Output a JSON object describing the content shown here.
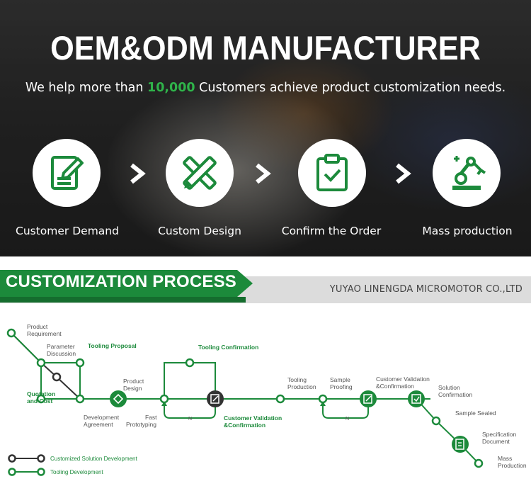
{
  "hero": {
    "title": "OEM&ODM MANUFACTURER",
    "subtitle_before": "We help more than ",
    "subtitle_highlight": "10,000",
    "subtitle_after": " Customers achieve product customization needs.",
    "steps": [
      {
        "label": "Customer Demand",
        "icon": "document-pen-icon"
      },
      {
        "label": "Custom Design",
        "icon": "pencil-ruler-icon"
      },
      {
        "label": "Confirm the Order",
        "icon": "clipboard-check-icon"
      },
      {
        "label": "Mass production",
        "icon": "robot-arm-icon"
      }
    ]
  },
  "banner": {
    "title": "CUSTOMIZATION PROCESS",
    "company": "YUYAO LINENGDA MICROMOTOR CO.,LTD"
  },
  "flow": {
    "product_requirement": [
      "Product",
      "Requirement"
    ],
    "parameter_discussion": [
      "Parameter",
      "Discussion"
    ],
    "tooling_proposal": "Tooling Proposal",
    "quotation_and_cost": [
      "Quotation",
      "and Cost"
    ],
    "development_agreement": [
      "Development",
      "Agreement"
    ],
    "product_design": [
      "Product",
      "Design"
    ],
    "fast_prototyping": [
      "Fast",
      "Prototyping"
    ],
    "tooling_confirmation": "Tooling Confirmation",
    "customer_validation_1": [
      "Customer Validation",
      "&Confirmation"
    ],
    "tooling_production": [
      "Tooling",
      "Production"
    ],
    "sample_proofing": [
      "Sample",
      "Proofing"
    ],
    "customer_validation_2": [
      "Customer Validation",
      "&Confirmation"
    ],
    "solution_confirmation": [
      "Solution",
      "Confirmation"
    ],
    "sample_sealed": "Sample Sealed",
    "specification_document": [
      "Specification",
      "Document"
    ],
    "mass_production": [
      "Mass",
      "Production"
    ],
    "loop_mark": "N"
  },
  "legend": [
    {
      "label": "Customized Solution Development",
      "color": "#333333"
    },
    {
      "label": "Tooling Development",
      "color": "#1c8a3b"
    }
  ],
  "colors": {
    "green": "#1c8a3b",
    "dark": "#333333"
  }
}
